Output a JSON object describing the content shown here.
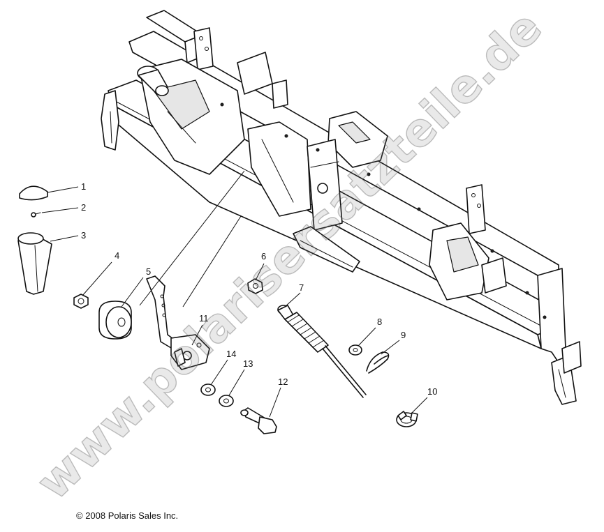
{
  "diagram": {
    "callouts": [
      {
        "id": "1",
        "label": "1"
      },
      {
        "id": "2",
        "label": "2"
      },
      {
        "id": "3",
        "label": "3"
      },
      {
        "id": "4",
        "label": "4"
      },
      {
        "id": "5",
        "label": "5"
      },
      {
        "id": "6",
        "label": "6"
      },
      {
        "id": "7",
        "label": "7"
      },
      {
        "id": "8",
        "label": "8"
      },
      {
        "id": "9",
        "label": "9"
      },
      {
        "id": "10",
        "label": "10"
      },
      {
        "id": "11",
        "label": "11"
      },
      {
        "id": "12",
        "label": "12"
      },
      {
        "id": "13",
        "label": "13"
      },
      {
        "id": "14",
        "label": "14"
      }
    ]
  },
  "watermark": "www.polarisersatzteile.de",
  "copyright": "© 2008 Polaris Sales Inc."
}
